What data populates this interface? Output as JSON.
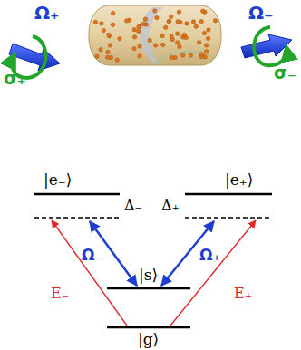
{
  "diagram": {
    "labels": [
      "Ω₊",
      "σ₊",
      "Ω₋",
      "σ₋",
      "|e₋⟩",
      "Δ₋",
      "Δ₊",
      "|e₊⟩",
      "Ω₋",
      "Ω₊",
      "E₋",
      "E₊",
      "|s⟩",
      "|g⟩"
    ]
  }
}
